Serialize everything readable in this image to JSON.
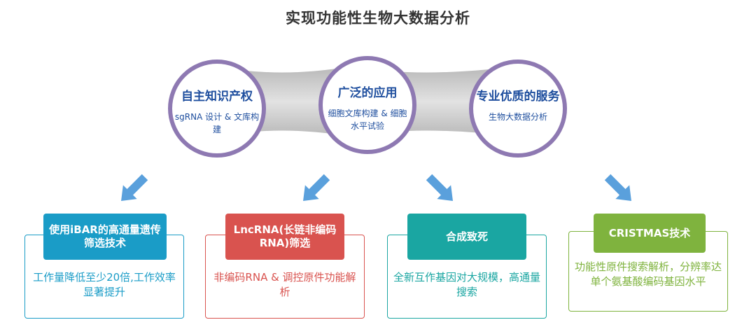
{
  "title": "实现功能性生物大数据分析",
  "circles": [
    {
      "title": "自主知识产权",
      "desc": "sgRNA 设计 & 文库构建"
    },
    {
      "title": "广泛的应用",
      "desc": "细胞文库构建 & 细胞水平试验"
    },
    {
      "title": "专业优质的服务",
      "desc": "生物大数据分析"
    }
  ],
  "cards": [
    {
      "header": "使用iBAR的高通量遗传筛选技术",
      "text": "工作量降低至少20倍,工作效率显著提升",
      "color": "#1a9cc7"
    },
    {
      "header": "LncRNA(长链非编码RNA)筛选",
      "text": "非编码RNA & 调控原件功能解析",
      "color": "#d9534f"
    },
    {
      "header": "合成致死",
      "text": "全新互作基因对大规模，高通量搜索",
      "color": "#1aa6a2"
    },
    {
      "header": "CRISTMAS技术",
      "text": "功能性原件搜索解析，分辨率达单个氨基酸编码基因水平",
      "color": "#7fb33e"
    }
  ],
  "colors": {
    "circle_border": "#8e79b2",
    "band": "#c4c4c4",
    "arrow": "#5aa0dc",
    "circle_text": "#1e4e9e"
  }
}
